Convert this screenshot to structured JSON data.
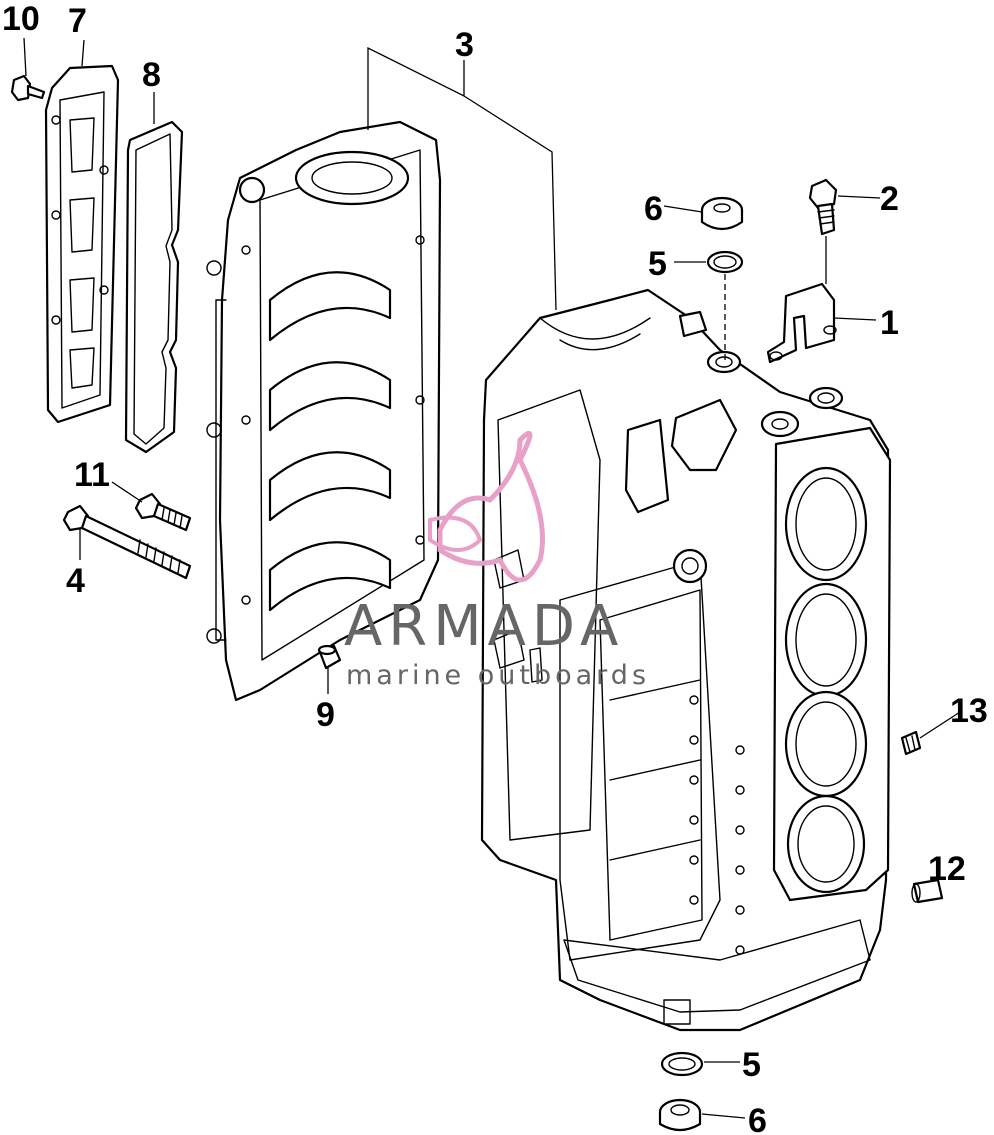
{
  "callouts": {
    "c1": "1",
    "c2": "2",
    "c3": "3",
    "c4": "4",
    "c5a": "5",
    "c5b": "5",
    "c6a": "6",
    "c6b": "6",
    "c7": "7",
    "c8": "8",
    "c9": "9",
    "c10": "10",
    "c11": "11",
    "c12": "12",
    "c13": "13"
  },
  "watermark": {
    "brand": "ARMADA",
    "tagline": "marine outboards",
    "color_logo": "#e8a0c8",
    "color_text": "#666666"
  }
}
